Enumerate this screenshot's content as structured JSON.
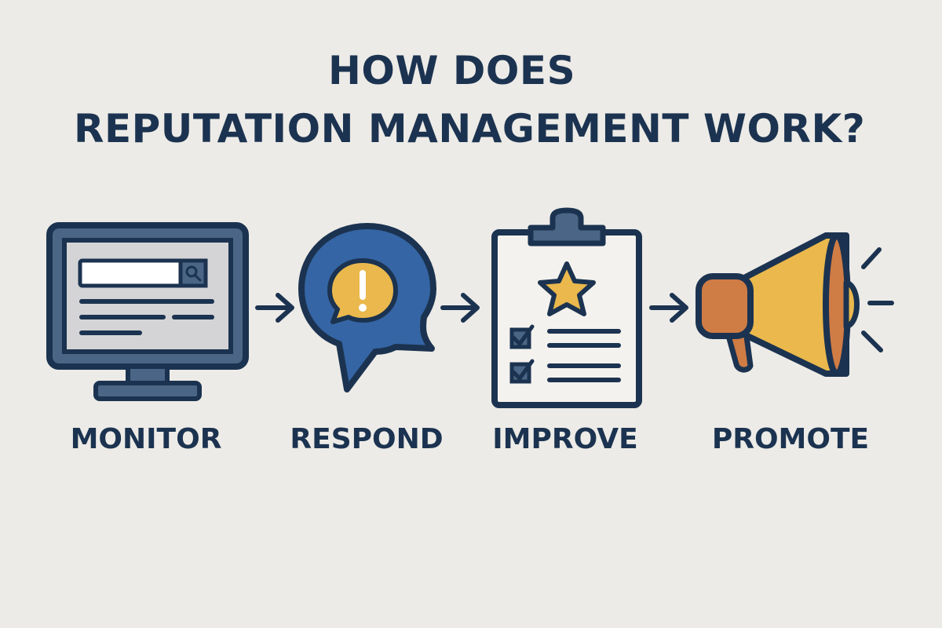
{
  "title": {
    "line1": "HOW DOES",
    "line2": "REPUTATION MANAGEMENT WORK?"
  },
  "steps": [
    {
      "label": "MONITOR",
      "icon": "monitor-search-icon"
    },
    {
      "label": "RESPOND",
      "icon": "speech-bubble-alert-icon"
    },
    {
      "label": "IMPROVE",
      "icon": "clipboard-star-checklist-icon"
    },
    {
      "label": "PROMOTE",
      "icon": "megaphone-icon"
    }
  ],
  "colors": {
    "background": "#EDEBE7",
    "navy": "#1B3350",
    "steel_blue": "#4A6585",
    "screen_gray": "#D4D4D6",
    "bubble_blue": "#3565A4",
    "accent_yellow": "#EAB84C",
    "accent_orange": "#D07C45"
  }
}
